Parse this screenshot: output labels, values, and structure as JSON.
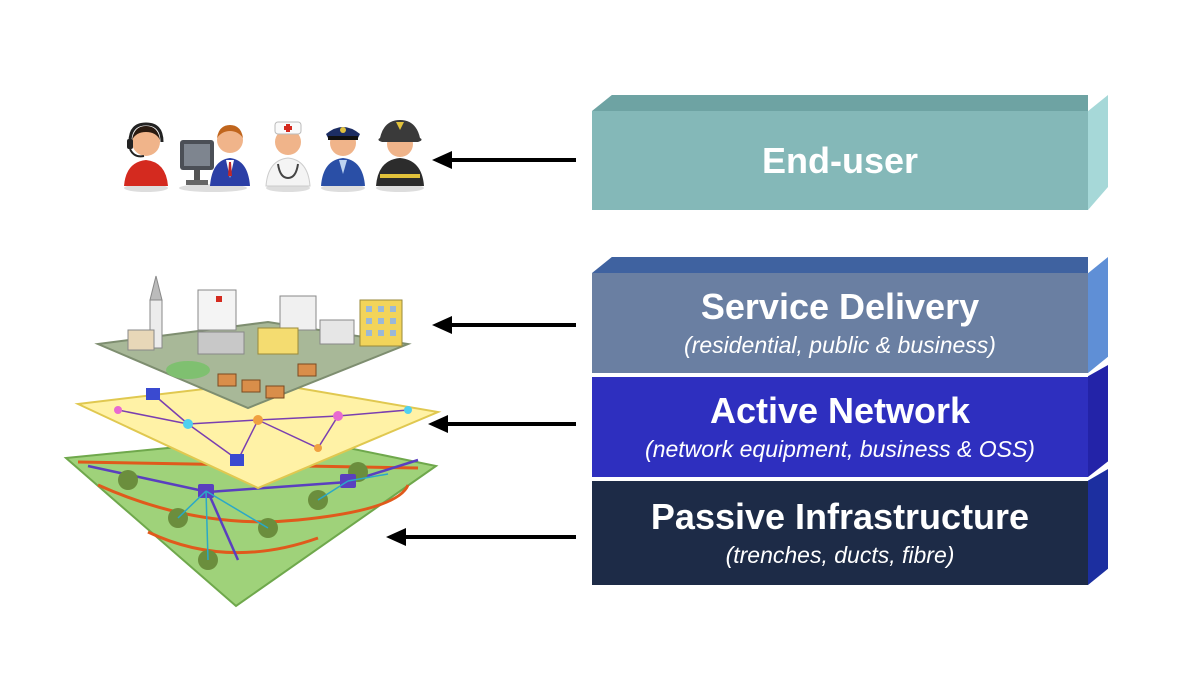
{
  "layers": {
    "end_user": {
      "title": "End-user"
    },
    "service_delivery": {
      "title": "Service Delivery",
      "subtitle": "(residential, public & business)"
    },
    "active_network": {
      "title": "Active Network",
      "subtitle": "(network equipment, business & OSS)"
    },
    "passive_infrastructure": {
      "title": "Passive Infrastructure",
      "subtitle": "(trenches, ducts, fibre)"
    }
  },
  "colors": {
    "end_user": "#84b8b8",
    "service_delivery": "#6a7fa2",
    "active_network": "#2e2fbf",
    "passive_infrastructure": "#1d2b47",
    "arrow": "#000000"
  },
  "illustrations": {
    "end_user_icons": [
      "call-center-agent-icon",
      "office-worker-icon",
      "doctor-icon",
      "police-officer-icon",
      "firefighter-icon"
    ],
    "city_layer": "city-buildings-illustration",
    "active_layer": "network-nodes-map",
    "passive_layer": "fibre-ducts-map"
  }
}
